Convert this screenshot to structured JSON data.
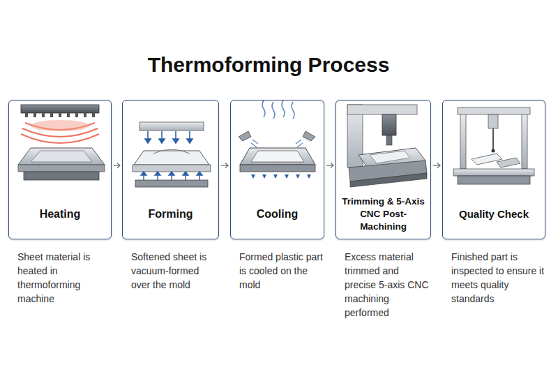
{
  "diagram": {
    "title": "Thermoforming Process",
    "nodes": [
      {
        "text": [
          "Heating",
          "Sheet material is heated in thermoforming machine"
        ]
      },
      {
        "text": [
          "Forming",
          "Softened sheet is vacuum-formed over the mold"
        ]
      },
      {
        "text": [
          "Cooling",
          "Formed plastic part is cooled on the mold"
        ]
      },
      {
        "text": [
          "Trimming & 5-Axis CNC Post-Machining",
          "Excess material trimmed and precise 5-axis CNC machining performed"
        ]
      },
      {
        "text": [
          "Quality Check",
          "Finished part is inspected to ensure it meets quality standards"
        ]
      }
    ],
    "edges": [
      {
        "from": 0,
        "to": 1,
        "arrow": "to"
      },
      {
        "from": 1,
        "to": 2,
        "arrow": "to"
      },
      {
        "from": 2,
        "to": 3,
        "arrow": "to"
      },
      {
        "from": 3,
        "to": 4,
        "arrow": "to"
      }
    ]
  }
}
